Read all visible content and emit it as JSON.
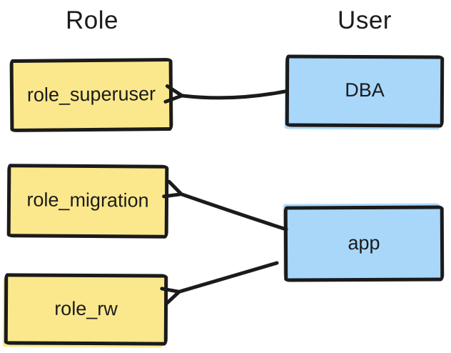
{
  "diagram": {
    "background": "#ffffff",
    "stroke_color": "#1b1b1b",
    "text_color": "#1b1b1b",
    "columns": [
      {
        "title": "Role",
        "fill": "#FBE88C"
      },
      {
        "title": "User",
        "fill": "#A8D7FA"
      }
    ],
    "nodes": {
      "role_superuser": {
        "label": "role_superuser",
        "kind": "role",
        "fill": "#FBE88C"
      },
      "role_migration": {
        "label": "role_migration",
        "kind": "role",
        "fill": "#FBE88C"
      },
      "role_rw": {
        "label": "role_rw",
        "kind": "role",
        "fill": "#FBE88C"
      },
      "dba": {
        "label": "DBA",
        "kind": "user",
        "fill": "#A8D7FA"
      },
      "app": {
        "label": "app",
        "kind": "user",
        "fill": "#A8D7FA"
      }
    },
    "edges": [
      {
        "from": "DBA",
        "to": "role_superuser"
      },
      {
        "from": "app",
        "to": "role_migration"
      },
      {
        "from": "app",
        "to": "role_rw"
      }
    ]
  }
}
